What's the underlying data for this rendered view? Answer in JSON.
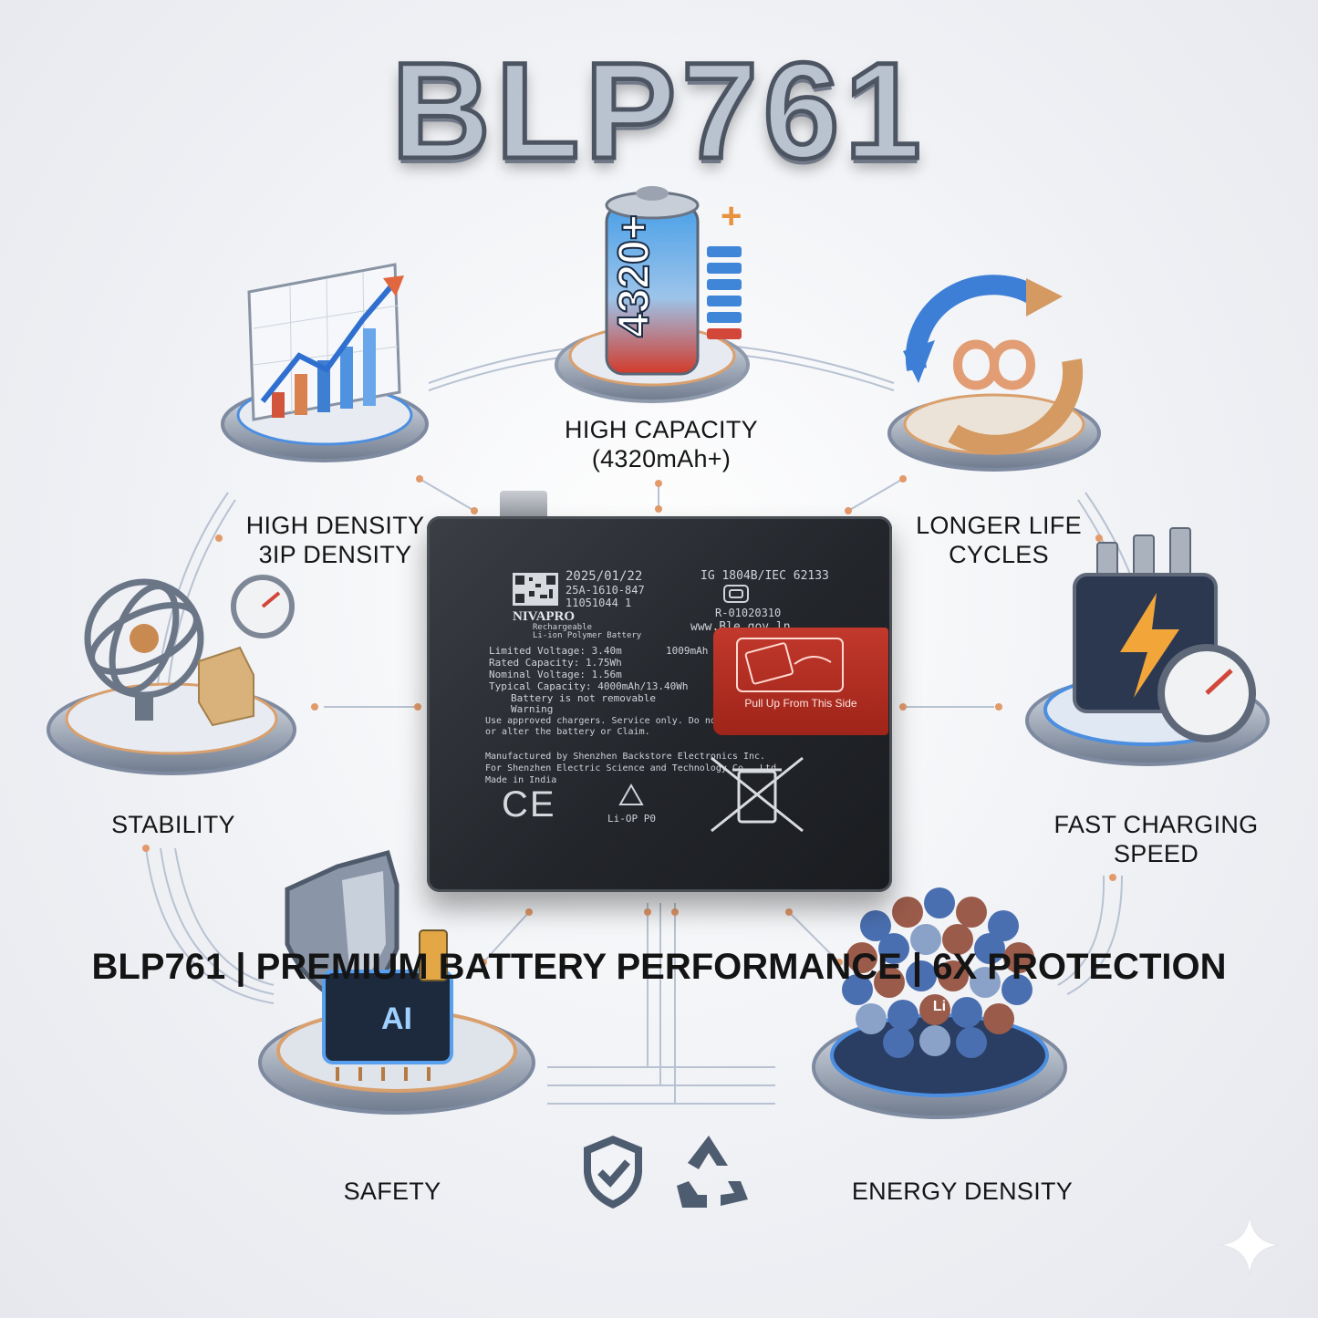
{
  "title": "BLP761",
  "features": {
    "high_capacity": {
      "line1": "HIGH CAPACITY",
      "line2": "(4320mAh+)",
      "battery_text": "4320+"
    },
    "high_density": {
      "line1": "HIGH DENSITY",
      "line2": "3IP DENSITY"
    },
    "longer_life": {
      "line1": "LONGER LIFE",
      "line2": "CYCLES"
    },
    "stability": {
      "line1": "STABILITY"
    },
    "fast_charging": {
      "line1": "FAST CHARGING",
      "line2": "SPEED"
    },
    "safety": {
      "line1": "SAFETY",
      "chip_text": "AI"
    },
    "energy_density": {
      "line1": "ENERGY DENSITY",
      "ball_text": "Li"
    }
  },
  "battery": {
    "date": "2025/01/22",
    "code1": "25A-1610-847",
    "code2": "11051044 1",
    "standard": "IG 1804B/IEC 62133",
    "id": "R-01020310",
    "website": "www.Ble.gov.ln",
    "brand": "NIVAPRO",
    "brand_sub1": "Rechargeable",
    "brand_sub2": "Li-ion Polymer Battery",
    "spec1": "Limited Voltage: 3.40m",
    "spec1b": "1009mAh",
    "spec2": "Rated Capacity: 1.75Wh",
    "spec3": "Nominal Voltage: 1.56m",
    "spec4": "Typical Capacity: 4000mAh/13.40Wh",
    "warning1": "Battery is not removable",
    "warning2": "Warning",
    "warning3": "Use approved chargers. Service only. Do not disassemble",
    "warning4": "or alter the battery or Claim.",
    "mfg1": "Manufactured by Shenzhen Backstore Electronics Inc.",
    "mfg2": "For Shenzhen Electric Science and Technology Co., Ltd.",
    "mfg3": "Made in India",
    "ce": "CE",
    "recycle_text": "Li-OP P0",
    "pull_tab": "Pull Up From This Side"
  },
  "footer": "BLP761 | PREMIUM BATTERY PERFORMANCE | 6X PROTECTION",
  "colors": {
    "accent_blue": "#3a78d4",
    "accent_copper": "#c98a52",
    "sticker_red": "#b22e22",
    "battery_dark": "#25282d"
  }
}
